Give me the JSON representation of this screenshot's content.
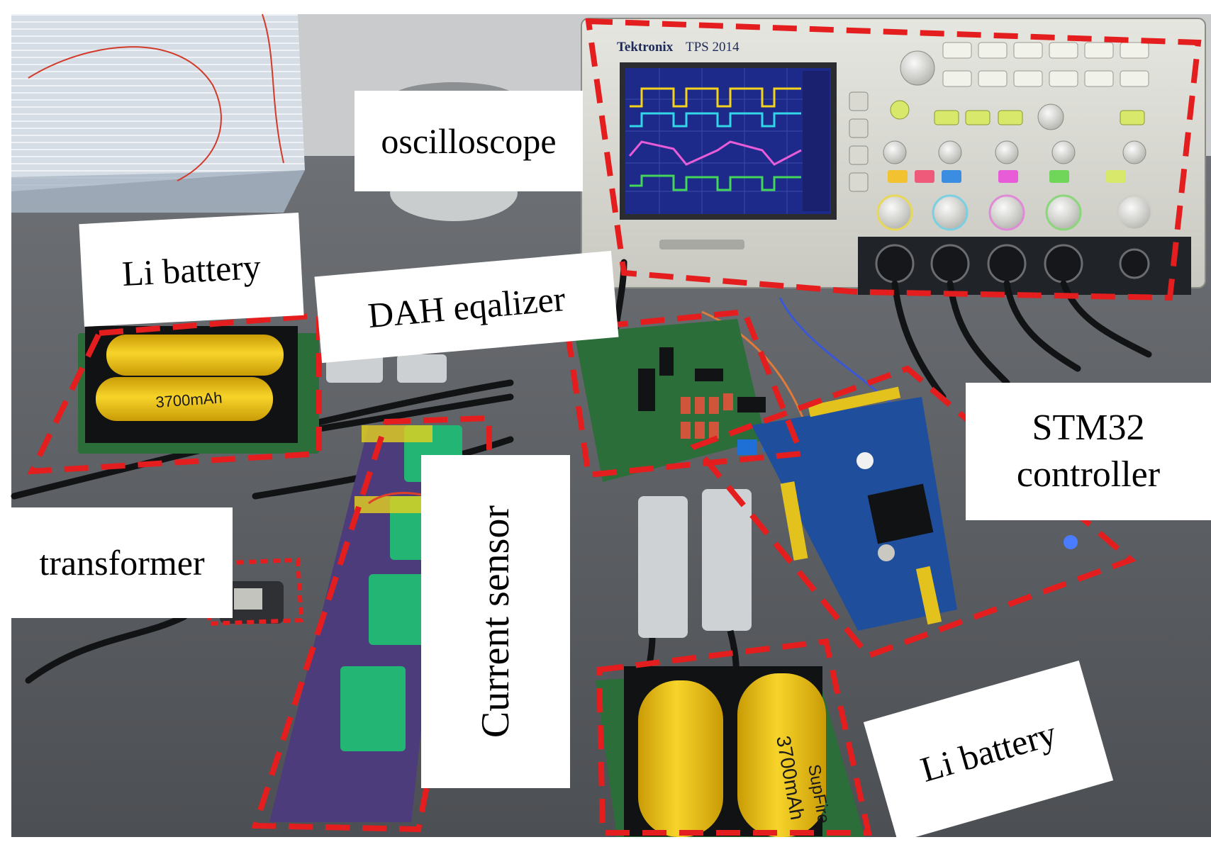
{
  "labels": {
    "oscilloscope": "oscilloscope",
    "li_battery_top": "Li battery",
    "dah_equalizer": "DAH eqalizer",
    "stm32_line1": "STM32",
    "stm32_line2": "controller",
    "transformer": "transformer",
    "current_sensor": "Current sensor",
    "li_battery_bottom": "Li battery"
  },
  "device_text": {
    "brand": "Tektronix",
    "model": "TPS 2014",
    "battery_capacity": "3700mAh",
    "battery_brand": "SupFire"
  },
  "colors": {
    "highlight_dash": "#e41e1e",
    "bench": "#5a5d61",
    "pcb_green": "#2c6e3a",
    "pcb_blue": "#1f4f9c",
    "pcb_purple": "#4d3c7c",
    "battery_yellow": "#f2c81a",
    "sensor_green": "#22b573",
    "osc_body": "#dcdcd6",
    "trace_yellow": "#f5d21c",
    "trace_cyan": "#33d6e8",
    "trace_magenta": "#e85cd8",
    "trace_green": "#43d65a"
  }
}
